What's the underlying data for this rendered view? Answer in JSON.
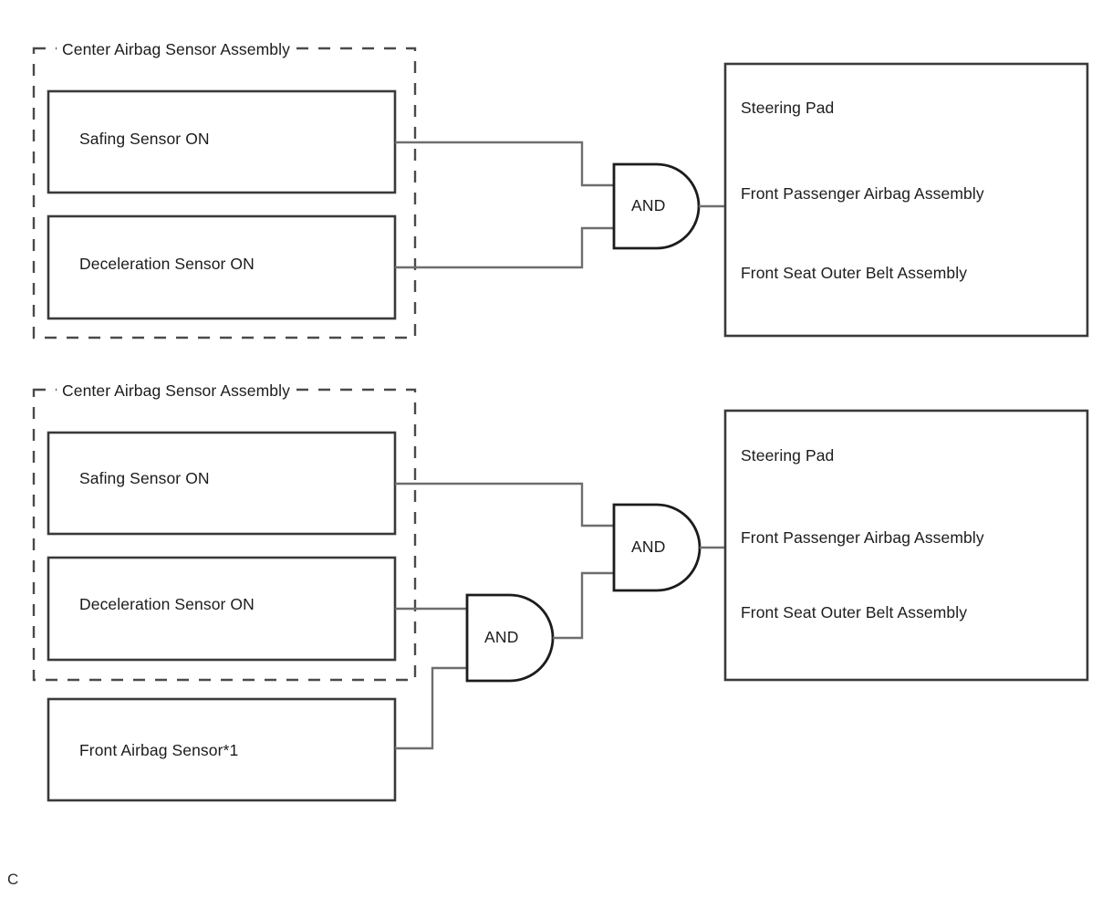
{
  "diagram": {
    "caption_mark": "C",
    "colors": {
      "stroke_solid": "#3a3a3a",
      "stroke_dashed": "#4a4a4a",
      "wire": "#6e6e6e",
      "text": "#1c1c1c",
      "background": "#ffffff"
    },
    "sections": [
      {
        "id": "upper",
        "group": {
          "label": "Center Airbag Sensor Assembly",
          "style": "dashed"
        },
        "inputs": [
          {
            "label": "Safing Sensor ON"
          },
          {
            "label": "Deceleration Sensor ON"
          }
        ],
        "gates": [
          {
            "label": "AND",
            "inputs": [
              "Safing Sensor ON",
              "Deceleration Sensor ON"
            ]
          }
        ],
        "output": {
          "items": [
            "Steering Pad",
            "Front Passenger Airbag Assembly",
            "Front Seat Outer Belt Assembly"
          ]
        }
      },
      {
        "id": "lower",
        "group": {
          "label": "Center Airbag Sensor Assembly",
          "style": "dashed"
        },
        "inputs": [
          {
            "label": "Safing Sensor ON",
            "in_group": true
          },
          {
            "label": "Deceleration Sensor ON",
            "in_group": true
          },
          {
            "label": "Front Airbag Sensor*1",
            "in_group": false
          }
        ],
        "gates": [
          {
            "label": "AND",
            "inputs": [
              "Deceleration Sensor ON",
              "Front Airbag Sensor*1"
            ]
          },
          {
            "label": "AND",
            "inputs": [
              "Safing Sensor ON",
              "AND-1 output"
            ]
          }
        ],
        "output": {
          "items": [
            "Steering Pad",
            "Front Passenger Airbag Assembly",
            "Front Seat Outer Belt Assembly"
          ]
        }
      }
    ]
  }
}
